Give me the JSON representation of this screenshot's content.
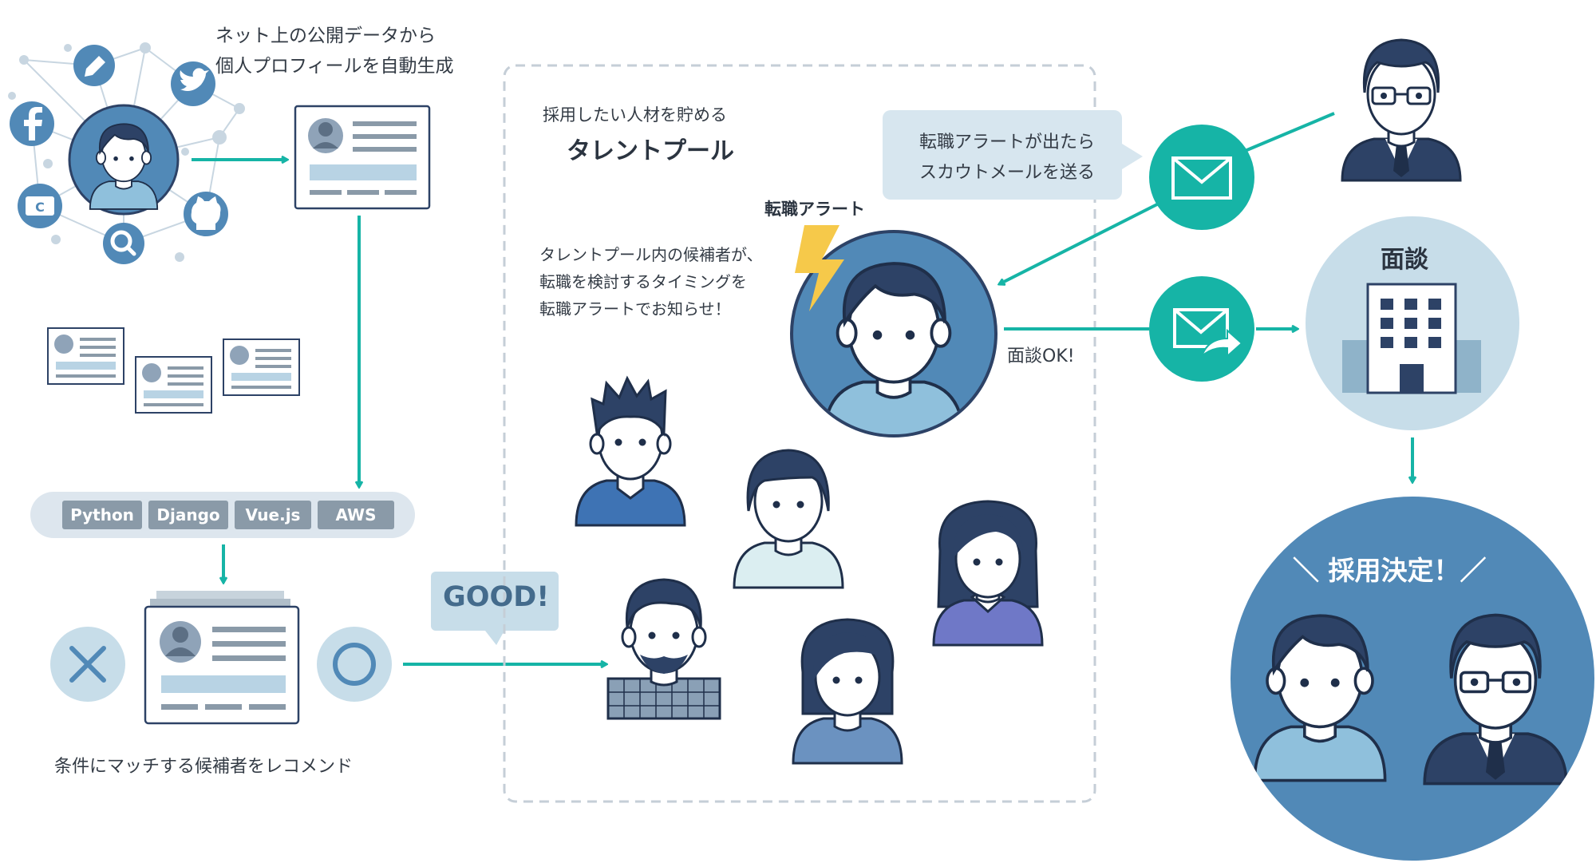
{
  "texts": {
    "auto_profile_line1": "ネット上の公開データから",
    "auto_profile_line2": "個人プロフィールを自動生成",
    "pool_subtitle": "採用したい人材を貯める",
    "pool_title": "タレントプール",
    "alert_label": "転職アラート",
    "pool_desc_line1": "タレントプール内の候補者が、",
    "pool_desc_line2": "転職を検討するタイミングを",
    "pool_desc_line3": "転職アラートでお知らせ！",
    "speech_line1": "転職アラートが出たら",
    "speech_line2": "スカウトメールを送る",
    "interview_ok": "面談OK!",
    "interview": "面談",
    "recommend": "条件にマッチする候補者をレコメンド",
    "good": "GOOD!",
    "hired": "＼ 採用決定！／"
  },
  "skills": [
    "Python",
    "Django",
    "Vue.js",
    "AWS"
  ],
  "icons": [
    "edit-icon",
    "twitter-icon",
    "facebook-icon",
    "coupon-icon",
    "search-icon",
    "github-icon",
    "mail-icon",
    "mail-reply-icon",
    "lightning-icon",
    "reject-icon",
    "accept-icon",
    "building-icon"
  ],
  "colors": {
    "teal": "#16b4a6",
    "navy": "#2d4266",
    "steel_blue": "#5189b7",
    "light_blue": "#c7dde9",
    "pale_blue": "#d7e6ef",
    "alert_yellow": "#f6c94a"
  }
}
